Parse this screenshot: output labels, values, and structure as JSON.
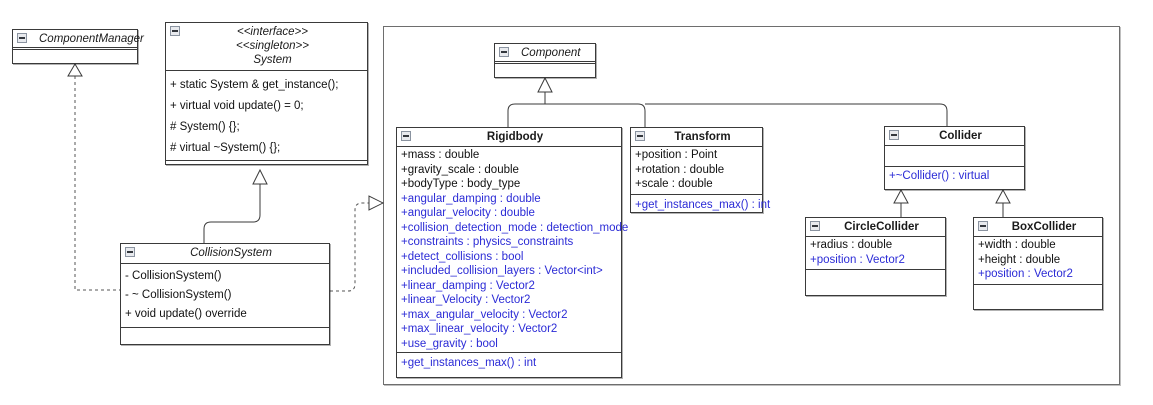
{
  "diagram": {
    "kind": "uml-class-diagram",
    "icon_names": [
      "minimize-icon"
    ],
    "colors": {
      "member_default": "#111111",
      "member_highlight": "#2b2bd6",
      "box_border": "#3a3a3a",
      "frame_border": "#6e6e6e",
      "background": "#ffffff"
    }
  },
  "classes": {
    "component_manager": {
      "name": "ComponentManager",
      "stereotypes": "",
      "attributes": [],
      "operations": []
    },
    "system": {
      "name": "System",
      "stereotype_interface": "<<interface>>",
      "stereotype_singleton": "<<singleton>>",
      "title_block": "<<interface>>\n<<singleton>>\nSystem",
      "operations": [
        {
          "text": "+ static System & get_instance();",
          "highlight": false
        },
        {
          "text": "+ virtual void update() = 0;",
          "highlight": false
        },
        {
          "text": "# System() {};",
          "highlight": false
        },
        {
          "text": "# virtual ~System() {};",
          "highlight": false
        }
      ]
    },
    "collision_system": {
      "name": "CollisionSystem",
      "operations": [
        {
          "text": "- CollisionSystem()",
          "highlight": false
        },
        {
          "text": "- ~ CollisionSystem()",
          "highlight": false
        },
        {
          "text": "+ void update() override",
          "highlight": false
        }
      ]
    },
    "component": {
      "name": "Component",
      "attributes": [],
      "operations": []
    },
    "rigidbody": {
      "name": "Rigidbody",
      "attributes": [
        {
          "text": "+mass : double",
          "highlight": false
        },
        {
          "text": "+gravity_scale : double",
          "highlight": false
        },
        {
          "text": "+bodyType : body_type",
          "highlight": false
        },
        {
          "text": "+angular_damping : double",
          "highlight": true
        },
        {
          "text": "+angular_velocity : double",
          "highlight": true
        },
        {
          "text": "+collision_detection_mode : detection_mode",
          "highlight": true
        },
        {
          "text": "+constraints : physics_constraints",
          "highlight": true
        },
        {
          "text": "+detect_collisions : bool",
          "highlight": true
        },
        {
          "text": "+included_collision_layers : Vector<int>",
          "highlight": true
        },
        {
          "text": "+linear_damping : Vector2",
          "highlight": true
        },
        {
          "text": "+linear_Velocity : Vector2",
          "highlight": true
        },
        {
          "text": "+max_angular_velocity : Vector2",
          "highlight": true
        },
        {
          "text": "+max_linear_velocity : Vector2",
          "highlight": true
        },
        {
          "text": "+use_gravity : bool",
          "highlight": true
        }
      ],
      "operations": [
        {
          "text": "+get_instances_max() : int",
          "highlight": true
        }
      ]
    },
    "transform": {
      "name": "Transform",
      "attributes": [
        {
          "text": "+position : Point",
          "highlight": false
        },
        {
          "text": "+rotation : double",
          "highlight": false
        },
        {
          "text": "+scale : double",
          "highlight": false
        }
      ],
      "operations": [
        {
          "text": "+get_instances_max() : int",
          "highlight": true
        }
      ]
    },
    "collider": {
      "name": "Collider",
      "attributes": [],
      "operations": [
        {
          "text": "+~Collider() : virtual",
          "highlight": true
        }
      ]
    },
    "circle_collider": {
      "name": "CircleCollider",
      "attributes": [
        {
          "text": "+radius : double",
          "highlight": false
        },
        {
          "text": "+position : Vector2",
          "highlight": true
        }
      ],
      "operations": []
    },
    "box_collider": {
      "name": "BoxCollider",
      "attributes": [
        {
          "text": "+width : double",
          "highlight": false
        },
        {
          "text": "+height : double",
          "highlight": false
        },
        {
          "text": "+position : Vector2",
          "highlight": true
        }
      ],
      "operations": []
    }
  },
  "relationships": [
    {
      "name": "componentmanager-collisionsystem-realization",
      "from": "CollisionSystem",
      "to": "ComponentManager",
      "type": "realization"
    },
    {
      "name": "system-collisionsystem-generalization",
      "from": "CollisionSystem",
      "to": "System",
      "type": "generalization"
    },
    {
      "name": "collisionsystem-physics-realization",
      "from": "CollisionSystem",
      "to": "physics-package",
      "type": "realization"
    },
    {
      "name": "component-rigidbody-generalization",
      "from": "Rigidbody",
      "to": "Component",
      "type": "generalization"
    },
    {
      "name": "component-transform-generalization",
      "from": "Transform",
      "to": "Component",
      "type": "generalization"
    },
    {
      "name": "component-collider-generalization",
      "from": "Collider",
      "to": "Component",
      "type": "generalization"
    },
    {
      "name": "collider-circlecollider-generalization",
      "from": "CircleCollider",
      "to": "Collider",
      "type": "generalization"
    },
    {
      "name": "collider-boxcollider-generalization",
      "from": "BoxCollider",
      "to": "Collider",
      "type": "generalization"
    }
  ]
}
